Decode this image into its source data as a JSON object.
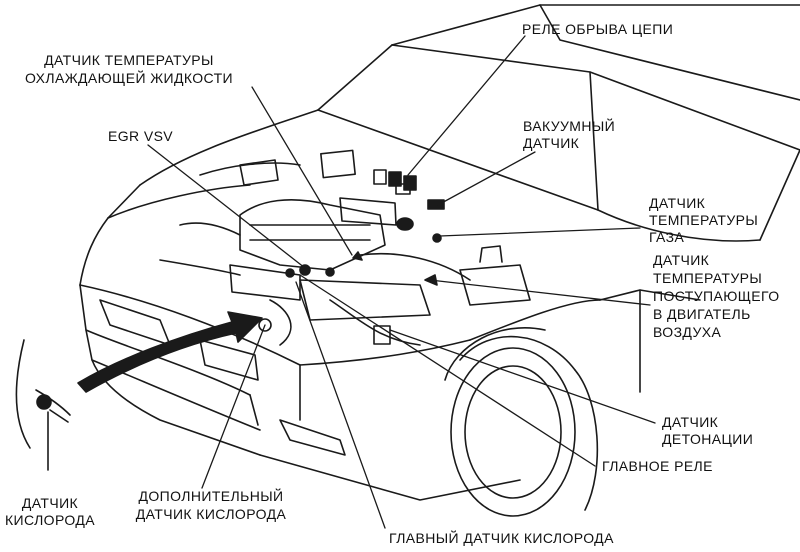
{
  "labels": {
    "relay_circuit": "РЕЛЕ ОБРЫВА ЦЕПИ",
    "coolant_temp_1": "ДАТЧИК ТЕМПЕРАТУРЫ",
    "coolant_temp_2": "ОХЛАЖДАЮЩЕЙ ЖИДКОСТИ",
    "egr_vsv": "EGR VSV",
    "vacuum_1": "ВАКУУМНЫЙ",
    "vacuum_2": "ДАТЧИК",
    "gas_temp_1": "ДАТЧИК",
    "gas_temp_2": "ТЕМПЕРАТУРЫ",
    "gas_temp_3": "ГАЗА",
    "air_temp_1": "ДАТЧИК",
    "air_temp_2": "ТЕМПЕРАТУРЫ",
    "air_temp_3": "ПОСТУПАЮЩЕГО",
    "air_temp_4": "В ДВИГАТЕЛЬ",
    "air_temp_5": "ВОЗДУХА",
    "knock_1": "ДАТЧИК",
    "knock_2": "ДЕТОНАЦИИ",
    "main_relay": "ГЛАВНОЕ РЕЛЕ",
    "oxygen_1": "ДАТЧИК",
    "oxygen_2": "КИСЛОРОДА",
    "extra_oxygen_1": "ДОПОЛНИТЕЛЬНЫЙ",
    "extra_oxygen_2": "ДАТЧИК КИСЛОРОДА",
    "main_oxygen": "ГЛАВНЫЙ ДАТЧИК КИСЛОРОДА"
  }
}
